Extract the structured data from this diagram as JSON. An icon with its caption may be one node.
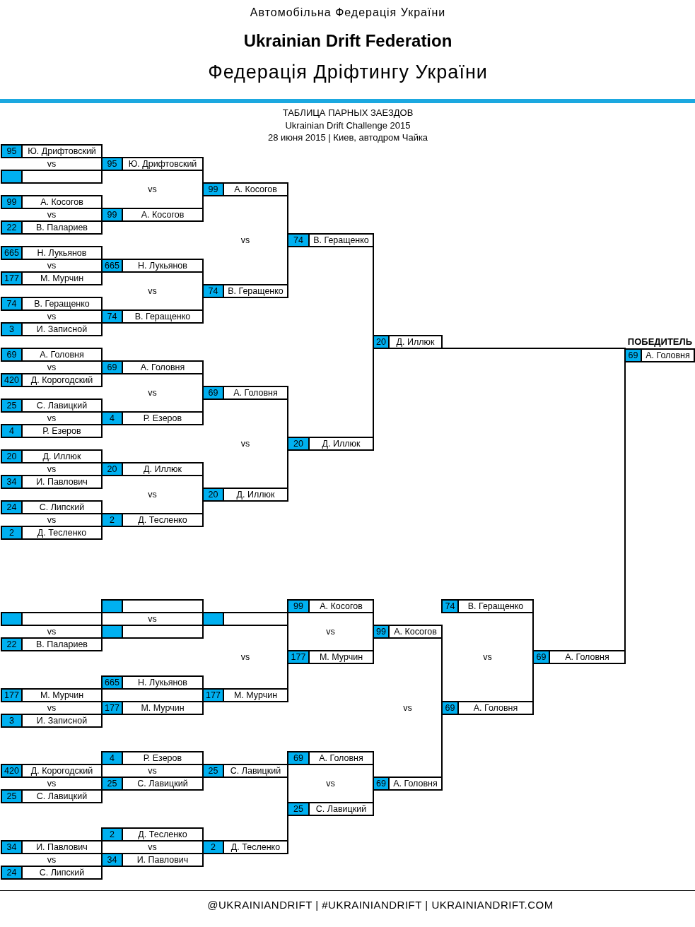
{
  "diagram": {
    "title": "ТАБЛИЦА ПАРНЫХ ЗАЕЗДОВ",
    "nodes": [
      {
        "text": [
          "95",
          "Ю. Дрифтовский"
        ]
      },
      {
        "text": [
          "95",
          "Ю. Дрифтовский"
        ]
      },
      {
        "text": [],
        "shape": "box"
      },
      {
        "text": [
          "99",
          "А. Косогов"
        ]
      },
      {
        "text": [
          "99",
          "А. Косогов"
        ]
      },
      {
        "text": [
          "99",
          "А. Косогов"
        ]
      },
      {
        "text": [
          "22",
          "В. Палариев"
        ]
      },
      {
        "text": [
          "74",
          "В. Геращенко"
        ]
      },
      {
        "text": [
          "665",
          "Н. Лукьянов"
        ]
      },
      {
        "text": [
          "665",
          "Н. Лукьянов"
        ]
      },
      {
        "text": [
          "177",
          "М. Мурчин"
        ]
      },
      {
        "text": [
          "74",
          "В. Геращенко"
        ]
      },
      {
        "text": [
          "74",
          "В. Геращенко"
        ]
      },
      {
        "text": [
          "74",
          "В. Геращенко"
        ]
      },
      {
        "text": [
          "3",
          "И. Записной"
        ]
      },
      {
        "text": [
          "20",
          "Д. Иллюк"
        ]
      },
      {
        "text": [
          "ПОБЕДИТЕЛЬ",
          "69",
          "А. Головня"
        ]
      },
      {
        "text": [
          "69",
          "А. Головня"
        ]
      },
      {
        "text": [
          "69",
          "А. Головня"
        ]
      },
      {
        "text": [
          "420",
          "Д. Корогодский"
        ]
      },
      {
        "text": [
          "69",
          "А. Головня"
        ]
      },
      {
        "text": [
          "25",
          "С. Лавицкий"
        ]
      },
      {
        "text": [
          "4",
          "Р. Езеров"
        ]
      },
      {
        "text": [
          "4",
          "Р. Езеров"
        ]
      },
      {
        "text": [
          "20",
          "Д. Иллюк"
        ]
      },
      {
        "text": [
          "20",
          "Д. Иллюк"
        ]
      },
      {
        "text": [
          "20",
          "Д. Иллюк"
        ]
      },
      {
        "text": [
          "34",
          "И. Павлович"
        ]
      },
      {
        "text": [
          "20",
          "Д. Иллюк"
        ]
      },
      {
        "text": [
          "24",
          "С. Липский"
        ]
      },
      {
        "text": [
          "2",
          "Д. Тесленко"
        ]
      },
      {
        "text": [
          "2",
          "Д. Тесленко"
        ]
      },
      {
        "text": [],
        "shape": "box"
      },
      {
        "text": [
          "99",
          "А. Косогов"
        ]
      },
      {
        "text": [
          "74",
          "В. Геращенко"
        ]
      },
      {
        "text": [],
        "shape": "box"
      },
      {
        "text": [],
        "shape": "box"
      },
      {
        "text": [],
        "shape": "box"
      },
      {
        "text": [
          "99",
          "А. Косогов"
        ]
      },
      {
        "text": [
          "22",
          "В. Палариев"
        ]
      },
      {
        "text": [
          "177",
          "М. Мурчин"
        ]
      },
      {
        "text": [
          "69",
          "А. Головня"
        ]
      },
      {
        "text": [
          "665",
          "Н. Лукьянов"
        ]
      },
      {
        "text": [
          "177",
          "М. Мурчин"
        ]
      },
      {
        "text": [
          "177",
          "М. Мурчин"
        ]
      },
      {
        "text": [
          "177",
          "М. Мурчин"
        ]
      },
      {
        "text": [
          "69",
          "А. Головня"
        ]
      },
      {
        "text": [
          "3",
          "И. Записной"
        ]
      },
      {
        "text": [
          "4",
          "Р. Езеров"
        ]
      },
      {
        "text": [
          "69",
          "А. Головня"
        ]
      },
      {
        "text": [
          "420",
          "Д. Корогодский"
        ]
      },
      {
        "text": [
          "25",
          "С. Лавицкий"
        ]
      },
      {
        "text": [
          "25",
          "С. Лавицкий"
        ]
      },
      {
        "text": [
          "69",
          "А. Головня"
        ]
      },
      {
        "text": [
          "25",
          "С. Лавицкий"
        ]
      },
      {
        "text": [
          "25",
          "С. Лавицкий"
        ]
      },
      {
        "text": [
          "2",
          "Д. Тесленко"
        ]
      },
      {
        "text": [
          "34",
          "И. Павлович"
        ]
      },
      {
        "text": [
          "2",
          "Д. Тесленко"
        ]
      },
      {
        "text": [
          "34",
          "И. Павлович"
        ]
      },
      {
        "text": [
          "24",
          "С. Липский"
        ]
      }
    ],
    "edges": [
      {
        "from": 0,
        "to": 1,
        "arrow": "none"
      },
      {
        "from": 2,
        "to": 1,
        "arrow": "none"
      },
      {
        "from": 4,
        "to": 5,
        "arrow": "none"
      },
      {
        "from": 6,
        "to": 5,
        "arrow": "none"
      },
      {
        "from": 8,
        "to": 9,
        "arrow": "none"
      },
      {
        "from": 10,
        "to": 9,
        "arrow": "none"
      },
      {
        "from": 12,
        "to": 13,
        "arrow": "none"
      },
      {
        "from": 14,
        "to": 13,
        "arrow": "none"
      },
      {
        "from": 17,
        "to": 18,
        "arrow": "none"
      },
      {
        "from": 19,
        "to": 18,
        "arrow": "none"
      },
      {
        "from": 21,
        "to": 22,
        "arrow": "none"
      },
      {
        "from": 23,
        "to": 22,
        "arrow": "none"
      },
      {
        "from": 25,
        "to": 26,
        "arrow": "none"
      },
      {
        "from": 27,
        "to": 26,
        "arrow": "none"
      },
      {
        "from": 29,
        "to": 30,
        "arrow": "none"
      },
      {
        "from": 31,
        "to": 30,
        "arrow": "none"
      },
      {
        "from": 1,
        "to": 3,
        "arrow": "none"
      },
      {
        "from": 5,
        "to": 3,
        "arrow": "none"
      },
      {
        "from": 9,
        "to": 11,
        "arrow": "none"
      },
      {
        "from": 13,
        "to": 11,
        "arrow": "none"
      },
      {
        "from": 18,
        "to": 20,
        "arrow": "none"
      },
      {
        "from": 22,
        "to": 20,
        "arrow": "none"
      },
      {
        "from": 26,
        "to": 28,
        "arrow": "none"
      },
      {
        "from": 30,
        "to": 28,
        "arrow": "none"
      },
      {
        "from": 3,
        "to": 7,
        "arrow": "none"
      },
      {
        "from": 11,
        "to": 7,
        "arrow": "none"
      },
      {
        "from": 20,
        "to": 24,
        "arrow": "none"
      },
      {
        "from": 28,
        "to": 24,
        "arrow": "none"
      },
      {
        "from": 7,
        "to": 15,
        "arrow": "none"
      },
      {
        "from": 24,
        "to": 15,
        "arrow": "none"
      },
      {
        "from": 15,
        "to": 16,
        "arrow": "none"
      },
      {
        "from": 41,
        "to": 16,
        "arrow": "none"
      },
      {
        "from": 35,
        "to": 37,
        "arrow": "none"
      },
      {
        "from": 39,
        "to": 37,
        "arrow": "none"
      },
      {
        "from": 32,
        "to": 36,
        "arrow": "none"
      },
      {
        "from": 37,
        "to": 36,
        "arrow": "none"
      },
      {
        "from": 43,
        "to": 45,
        "arrow": "none"
      },
      {
        "from": 47,
        "to": 45,
        "arrow": "none"
      },
      {
        "from": 42,
        "to": 44,
        "arrow": "none"
      },
      {
        "from": 45,
        "to": 44,
        "arrow": "none"
      },
      {
        "from": 36,
        "to": 40,
        "arrow": "none"
      },
      {
        "from": 44,
        "to": 40,
        "arrow": "none"
      },
      {
        "from": 33,
        "to": 38,
        "arrow": "none"
      },
      {
        "from": 40,
        "to": 38,
        "arrow": "none"
      },
      {
        "from": 50,
        "to": 52,
        "arrow": "none"
      },
      {
        "from": 54,
        "to": 52,
        "arrow": "none"
      },
      {
        "from": 48,
        "to": 51,
        "arrow": "none"
      },
      {
        "from": 52,
        "to": 51,
        "arrow": "none"
      },
      {
        "from": 57,
        "to": 59,
        "arrow": "none"
      },
      {
        "from": 60,
        "to": 59,
        "arrow": "none"
      },
      {
        "from": 56,
        "to": 58,
        "arrow": "none"
      },
      {
        "from": 59,
        "to": 58,
        "arrow": "none"
      },
      {
        "from": 51,
        "to": 55,
        "arrow": "none"
      },
      {
        "from": 58,
        "to": 55,
        "arrow": "none"
      },
      {
        "from": 49,
        "to": 53,
        "arrow": "none"
      },
      {
        "from": 55,
        "to": 53,
        "arrow": "none"
      },
      {
        "from": 38,
        "to": 46,
        "arrow": "none"
      },
      {
        "from": 53,
        "to": 46,
        "arrow": "none"
      },
      {
        "from": 34,
        "to": 41,
        "arrow": "none"
      },
      {
        "from": 46,
        "to": 41,
        "arrow": "none"
      }
    ],
    "labels": [
      "Автомобільна Федерація України",
      "Ukrainian Drift Federation",
      "Федерація Дріфтингу України",
      "Ukrainian Drift Challenge 2015",
      "28 июня 2015 | Киев, автодром Чайка",
      "vs",
      "vs",
      "vs",
      "vs",
      "vs",
      "vs",
      "vs",
      "vs",
      "vs",
      "vs",
      "vs",
      "vs",
      "vs",
      "vs",
      "vs",
      "vs",
      "vs",
      "vs",
      "vs",
      "vs",
      "vs",
      "vs",
      "vs",
      "vs",
      "vs",
      "vs",
      "@UKRAINIANDRIFT | #UKRAINIANDRIFT | UKRAINIANDRIFT.COM"
    ]
  }
}
